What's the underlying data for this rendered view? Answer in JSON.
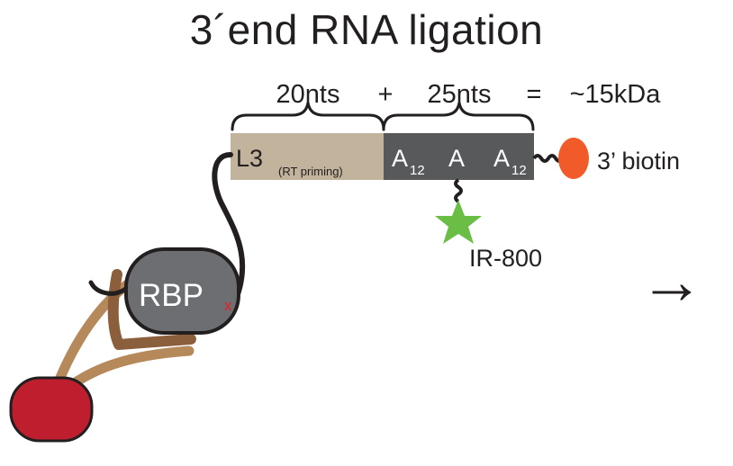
{
  "title": "3´end RNA ligation",
  "header": {
    "left_count": "20nts",
    "plus": "+",
    "right_count": "25nts",
    "equals": "=",
    "total": "~15kDa"
  },
  "adapter": {
    "l3_label": "L3",
    "l3_note": "(RT priming)",
    "a_base": "A",
    "a_sub": "12",
    "a_middle": "A"
  },
  "biotin_label": "3’ biotin",
  "dye_label": "IR-800",
  "protein_label": "RBP",
  "crosslink_mark": "x",
  "arrow_glyph": "→",
  "colors": {
    "l3_segment": "#c2b49c",
    "a_segment": "#58595b",
    "biotin": "#f15a29",
    "dye_star": "#6abd45",
    "rbp": "#6d6e71",
    "bead": "#be1e2d",
    "linker_light": "#b5895a",
    "linker_dark": "#8b5e3c",
    "crosslink": "#ed1c24"
  }
}
